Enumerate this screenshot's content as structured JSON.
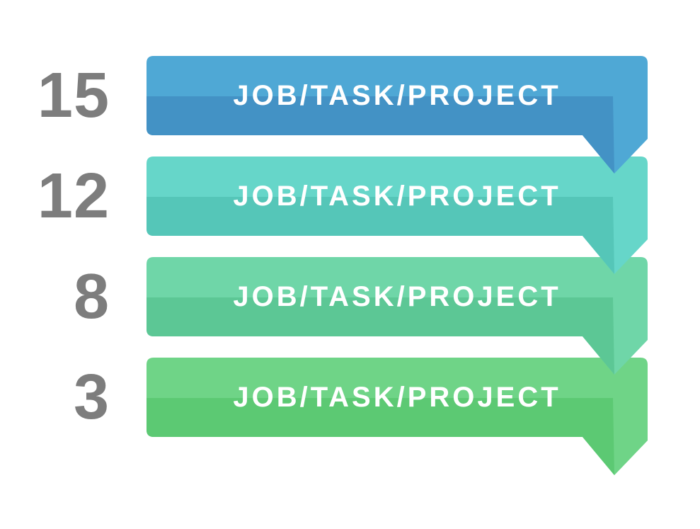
{
  "page": {
    "background_color": "#ffffff",
    "number_color": "#7d7d7d",
    "label_color": "#ffffff"
  },
  "rows": [
    {
      "number": "15",
      "label": "JOB/TASK/PROJECT",
      "light": "#4fa8d5",
      "dark": "#4392c5"
    },
    {
      "number": "12",
      "label": "JOB/TASK/PROJECT",
      "light": "#66d6c9",
      "dark": "#55c6b8"
    },
    {
      "number": "8",
      "label": "JOB/TASK/PROJECT",
      "light": "#6fd6a8",
      "dark": "#5cc795"
    },
    {
      "number": "3",
      "label": "JOB/TASK/PROJECT",
      "light": "#6fd487",
      "dark": "#5cc973"
    }
  ]
}
